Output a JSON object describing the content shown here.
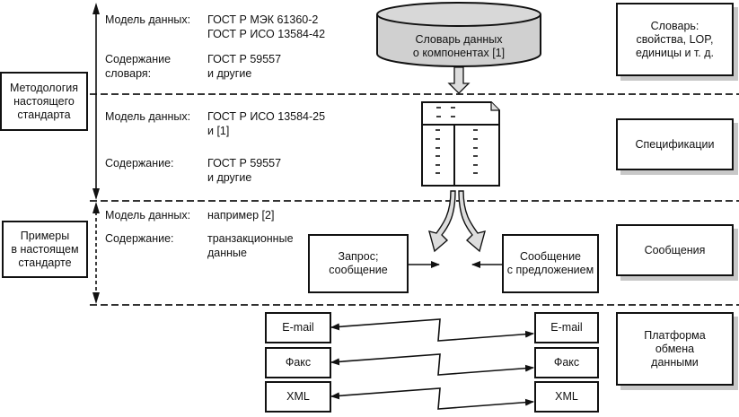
{
  "left_labels": {
    "methodology": "Методология\nнастоящего\nстандарта",
    "examples": "Примеры\nв настоящем\nстандарте"
  },
  "layer1": {
    "model_label": "Модель данных:",
    "model_value_1": "ГОСТ Р МЭК 61360-2",
    "model_value_2": "ГОСТ Р ИСО 13584-42",
    "content_label_1": "Содержание",
    "content_label_2": "словаря:",
    "content_value_1": "ГОСТ Р 59557",
    "content_value_2": "и другие",
    "center_label": "Словарь данных\nо компонентах [1]",
    "right_label": "Словарь:\nсвойства, LOP,\nединицы и т. д."
  },
  "layer2": {
    "model_label": "Модель данных:",
    "model_value_1": "ГОСТ Р ИСО 13584-25",
    "model_value_2": "и [1]",
    "content_label": "Содержание:",
    "content_value_1": "ГОСТ Р 59557",
    "content_value_2": "и другие",
    "right_label": "Спецификации"
  },
  "layer3": {
    "model_label": "Модель данных:",
    "model_value": "например [2]",
    "content_label": "Содержание:",
    "content_value_1": "транзакционные",
    "content_value_2": "данные",
    "request_box": "Запрос;\nсообщение",
    "offer_box": "Сообщение\nс предложением",
    "right_label": "Сообщения"
  },
  "layer4": {
    "channels": [
      "E-mail",
      "Факс",
      "XML"
    ],
    "right_label": "Платформа\nобмена\nданными"
  }
}
